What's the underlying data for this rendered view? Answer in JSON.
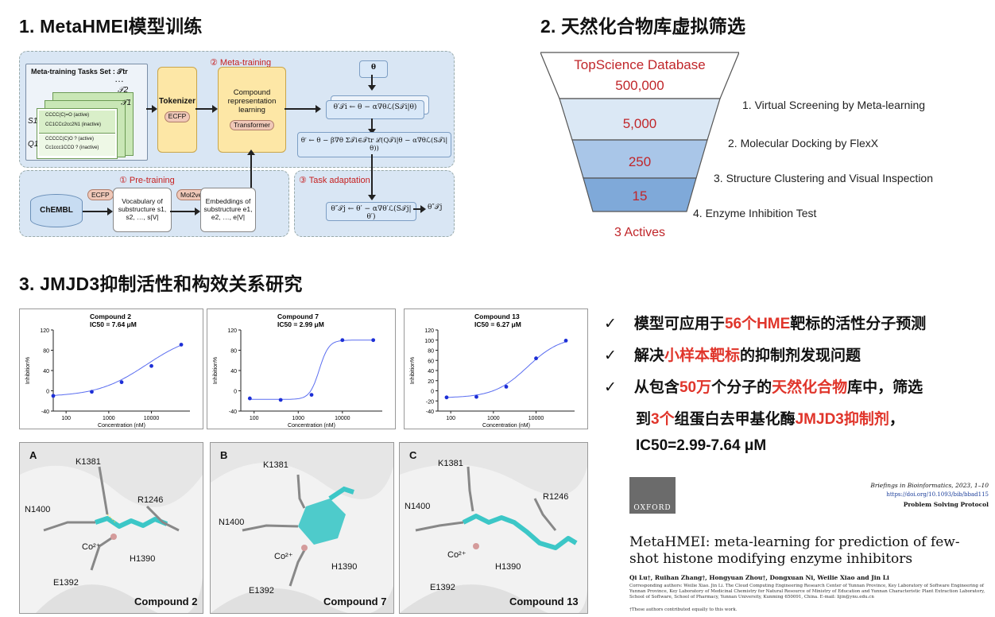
{
  "sections": {
    "s1_title": "1. MetaHMEI模型训练",
    "s2_title": "2. 天然化合物库虚拟筛选",
    "s3_title": "3. JMJD3抑制活性和构效关系研究"
  },
  "diagram": {
    "meta_training_label": "② Meta-training",
    "pretraining_label": "① Pre-training",
    "task_adaptation_label": "③ Task adaptation",
    "tasks_set": "Meta-training Tasks Set : 𝒯tr",
    "dots": "…",
    "t2": "𝒯2",
    "t1": "𝒯1",
    "s1": "S1",
    "q1": "Q1",
    "s_row1": "CCCC(C)=O (active)",
    "s_row2": "CC1CCc2cc2N1 (inactive)",
    "q_row1": "CCCCC(C)O ? (active)",
    "q_row2": "Cc1ccc1CCO ? (inactive)",
    "tokenizer": "Tokenizer",
    "ecfp": "ECFP",
    "compound_repr": "Compound representation learning",
    "transformer": "Transformer",
    "theta": "θ",
    "f1": "θ′𝒯i ← θ − α∇θℒ(S𝒯i|θ)",
    "f2": "θ′ ← θ − β∇θ Σ𝒯i∈𝒯tr ℒ(Q𝒯i|θ − α∇θℒ(S𝒯i|θ))",
    "f3": "θ″𝒯j ← θ′ − α∇θ′ℒ(S𝒯j|θ′)",
    "f3_out": "θ″𝒯j",
    "chembl": "ChEMBL",
    "ecfp2": "ECFP",
    "vocab": "Vocabulary of substructure s1, s2, …, s|V|",
    "mol2vec": "Mol2vec",
    "embeddings": "Embeddings of substructure e1, e2, …, e|V|"
  },
  "funnel": {
    "db_name": "TopScience Database",
    "levels": [
      "500,000",
      "5,000",
      "250",
      "15"
    ],
    "actives": "3 Actives",
    "steps": [
      "1. Virtual Screening by Meta-learning",
      "2. Molecular Docking by FlexX",
      "3. Structure Clustering and Visual Inspection",
      "4. Enzyme Inhibition Test"
    ],
    "colors": [
      "#ffffff",
      "#dbe8f5",
      "#a9c6e8",
      "#7fa9d9"
    ]
  },
  "charts_meta": {
    "ylabel": "Inhibition%",
    "xlabel": "Concentration (nM)",
    "xticks": [
      "100",
      "1000",
      "10000"
    ]
  },
  "chart_data": [
    {
      "type": "scatter",
      "title": "Compound 2",
      "ic50": "IC50 = 7.64 μM",
      "ylim": [
        -40,
        120
      ],
      "yticks": [
        "120",
        "80",
        "40",
        "0",
        "-40"
      ],
      "x": [
        50,
        400,
        2000,
        10000,
        50000
      ],
      "values": [
        -10,
        -2,
        17,
        49,
        91
      ],
      "fit": {
        "bottom": -12,
        "top": 115,
        "ec50": 7640,
        "hill": 0.75
      }
    },
    {
      "type": "scatter",
      "title": "Compound 7",
      "ic50": "IC50 = 2.99 μM",
      "ylim": [
        -40,
        120
      ],
      "yticks": [
        "120",
        "80",
        "40",
        "0",
        "-40"
      ],
      "x": [
        80,
        400,
        2000,
        10000,
        50000
      ],
      "values": [
        -15,
        -18,
        -8,
        100,
        100
      ],
      "fit": {
        "bottom": -17,
        "top": 100,
        "ec50": 2990,
        "hill": 4
      }
    },
    {
      "type": "scatter",
      "title": "Compound 13",
      "ic50": "IC50 = 6.27 μM",
      "ylim": [
        -40,
        120
      ],
      "yticks": [
        "120",
        "100",
        "80",
        "60",
        "40",
        "20",
        "0",
        "-20",
        "-40"
      ],
      "x": [
        80,
        400,
        2000,
        10000,
        50000
      ],
      "values": [
        -13,
        -12,
        8,
        64,
        99
      ],
      "fit": {
        "bottom": -14,
        "top": 108,
        "ec50": 6270,
        "hill": 1.1
      }
    }
  ],
  "molecules": [
    {
      "letter": "A",
      "compound": "Compound 2",
      "labels": [
        "K1381",
        "R1246",
        "N1400",
        "Co²⁺",
        "H1390",
        "E1392"
      ]
    },
    {
      "letter": "B",
      "compound": "Compound 7",
      "labels": [
        "K1381",
        "N1400",
        "Co²⁺",
        "H1390",
        "E1392"
      ]
    },
    {
      "letter": "C",
      "compound": "Compound 13",
      "labels": [
        "K1381",
        "R1246",
        "N1400",
        "Co²⁺",
        "H1390",
        "E1392"
      ]
    }
  ],
  "bullets": {
    "check": "✓",
    "b1_pre": "模型可应用于",
    "b1_red": "56个HME",
    "b1_post": "靶标的活性分子预测",
    "b2_pre": "解决",
    "b2_red": "小样本靶标",
    "b2_post": "的抑制剂发现问题",
    "b3_pre": "从包含",
    "b3_red1": "50万",
    "b3_mid": "个分子的",
    "b3_red2": "天然化合物",
    "b3_post": "库中，筛选",
    "b4_pre": "到",
    "b4_red1": "3个",
    "b4_mid": "组蛋白去甲基化酶",
    "b4_red2": "JMJD3抑制剂",
    "b4_post": "，",
    "b5": "IC50=2.99-7.64 μM"
  },
  "paper": {
    "publisher": "OXFORD",
    "journal": "Briefings in Bioinformatics, 2023, 1–10",
    "doi": "https://doi.org/10.1093/bib/bbad115",
    "type": "Problem Solving Protocol",
    "title": "MetaHMEI: meta-learning for prediction of few-shot histone modifying enzyme inhibitors",
    "authors": "Qi Lu†, Ruihan Zhang†, Hongyuan Zhou†, Dongxuan Ni, Weilie Xiao and Jin Li",
    "affil": "Corresponding authors: Weilie Xiao. Jin Li. The Cloud Computing Engineering Research Center of Yunnan Province, Key Laboratory of Software Engineering of Yunnan Province, Key Laboratory of Medicinal Chemistry for Natural Resource of Ministry of Education and Yunnan Characteristic Plant Extraction Laboratory, School of Software, School of Pharmacy, Yunnan University, Kunming 650091, China. E-mail: lijin@ynu.edu.cn",
    "note": "†These authors contributed equally to this work."
  }
}
